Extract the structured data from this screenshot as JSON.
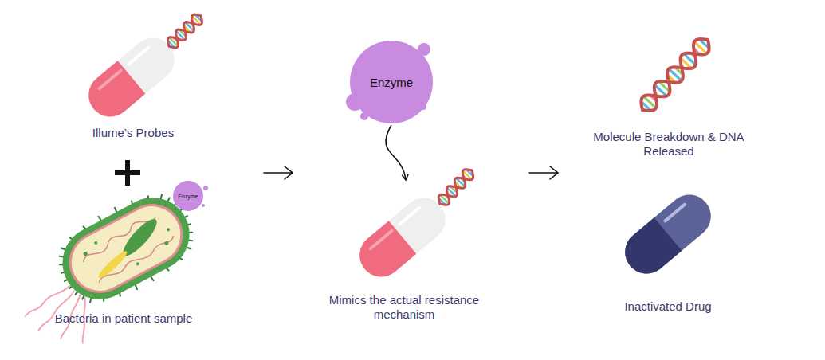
{
  "diagram": {
    "nodes": [
      {
        "text": [
          "Illume’s Probes"
        ]
      },
      {
        "text": [
          "Bacteria in patient sample"
        ]
      },
      {
        "text": [
          "Enzyme"
        ]
      },
      {
        "text": [
          "Enzyme"
        ]
      },
      {
        "text": [
          "Mimics the actual resistance mechanism"
        ]
      },
      {
        "text": [
          "Molecule Breakdown & DNA Released"
        ]
      },
      {
        "text": [
          "Inactivated Drug"
        ]
      }
    ],
    "edges": [
      {
        "from": 3,
        "to": 4,
        "arrow": "to"
      }
    ]
  }
}
